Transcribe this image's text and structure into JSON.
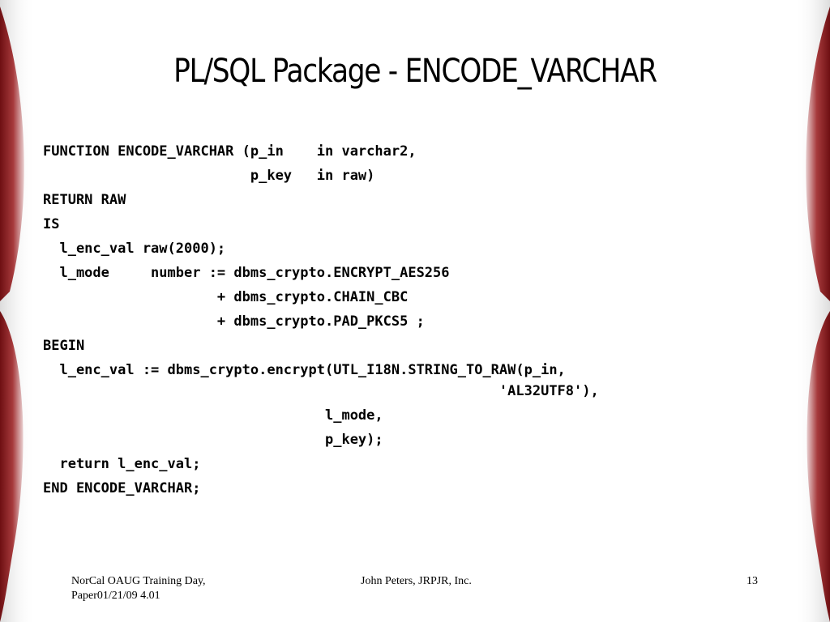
{
  "slide": {
    "title": "PL/SQL Package - ENCODE_VARCHAR",
    "code_lines": [
      "FUNCTION ENCODE_VARCHAR (p_in    in varchar2,",
      "                         p_key   in raw)",
      "RETURN RAW",
      "IS",
      "  l_enc_val raw(2000);",
      "  l_mode     number := dbms_crypto.ENCRYPT_AES256",
      "                     + dbms_crypto.CHAIN_CBC",
      "                     + dbms_crypto.PAD_PKCS5 ;",
      "BEGIN",
      "  l_enc_val := dbms_crypto.encrypt(UTL_I18N.STRING_TO_RAW(p_in,",
      "                                                       'AL32UTF8'),",
      "                                  l_mode,",
      "                                  p_key);",
      "  return l_enc_val;",
      "END ENCODE_VARCHAR;"
    ]
  },
  "footer": {
    "left_line1": "NorCal OAUG Training Day,",
    "left_line2": "Paper01/21/09  4.01",
    "center": "John Peters, JRPJR, Inc.",
    "page_number": "13"
  },
  "colors": {
    "accent": "#7a1418",
    "background": "#ffffff",
    "text": "#000000"
  }
}
